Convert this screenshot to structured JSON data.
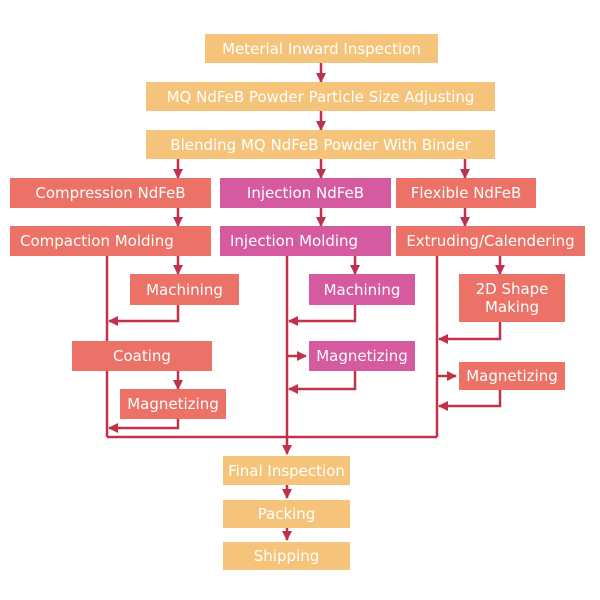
{
  "colors": {
    "trunk": "#f5c47a",
    "compression": "#ec7268",
    "injection": "#d55aa0",
    "flexible": "#ec7268",
    "line": "#c0324a"
  },
  "top": {
    "inspection": "Meterial Inward Inspection",
    "adjusting": "MQ NdFeB Powder Particle Size Adjusting",
    "blending": "Blending MQ NdFeB Powder With Binder"
  },
  "compression": {
    "title": "Compression  NdFeB",
    "molding": "Compaction  Molding",
    "machining": "Machining",
    "coating": "Coating",
    "magnetizing": "Magnetizing"
  },
  "injection": {
    "title": "Injection NdFeB",
    "molding": "Injection  Molding",
    "machining": "Machining",
    "magnetizing": "Magnetizing"
  },
  "flexible": {
    "title": "Flexible NdFeB",
    "extruding": "Extruding/Calendering",
    "shape": "2D Shape Making",
    "magnetizing": "Magnetizing"
  },
  "bottom": {
    "final": "Final Inspection",
    "packing": "Packing",
    "shipping": "Shipping"
  }
}
